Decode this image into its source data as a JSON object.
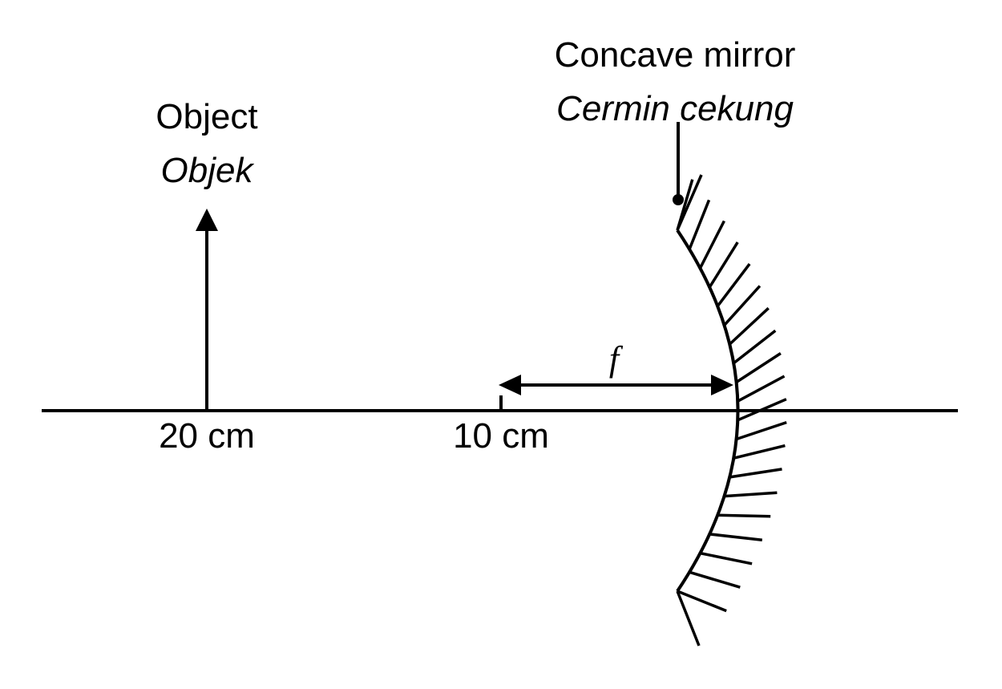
{
  "object_label": {
    "english": "Object",
    "malay": "Objek"
  },
  "mirror_label": {
    "english": "Concave mirror",
    "malay": "Cermin cekung"
  },
  "focal_symbol": "f",
  "object_distance_label": "20 cm",
  "focal_point_label": "10 cm"
}
